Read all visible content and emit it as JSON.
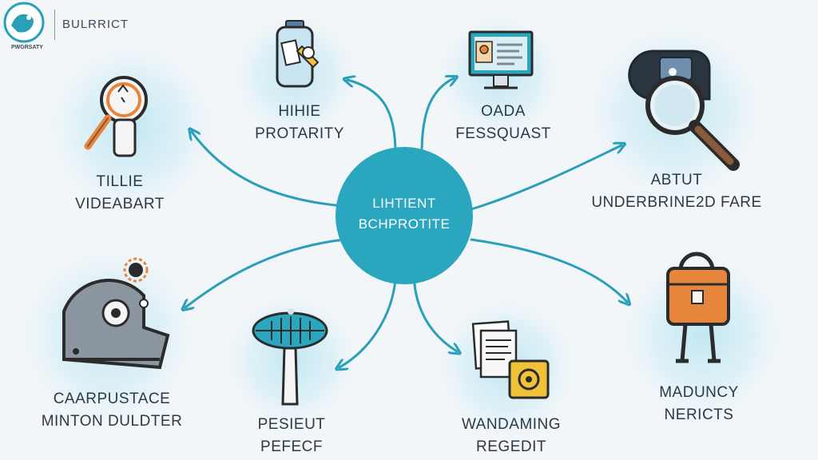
{
  "brand": {
    "name": "BULRRICT",
    "tagline": "PWGRSATY"
  },
  "center": {
    "line1": "LIHTIENT",
    "line2": "BCHPROTITE"
  },
  "nodes": [
    {
      "line1": "TILLIE",
      "line2": "VIDEABART",
      "icon": "magnifier-icon"
    },
    {
      "line1": "HIHIE",
      "line2": "PROTARITY",
      "icon": "jar-icon"
    },
    {
      "line1": "OADA",
      "line2": "FESSQUAST",
      "icon": "monitor-icon"
    },
    {
      "line1": "ABTUT",
      "line2": "UNDERBRINE2D FARE",
      "icon": "camera-magnifier-icon"
    },
    {
      "line1": "MADUNCY",
      "line2": "NERICTS",
      "icon": "briefcase-icon"
    },
    {
      "line1": "WANDAMING",
      "line2": "REGEDIT",
      "icon": "documents-icon"
    },
    {
      "line1": "PESIEUT",
      "line2": "PEFECF",
      "icon": "tower-icon"
    },
    {
      "line1": "CAARPUSTACE",
      "line2": "MINTON DULDTER",
      "icon": "helmet-icon"
    }
  ],
  "colors": {
    "hub": "#2aa6bf",
    "arrow": "#2a9fb8",
    "glow": "#bfe6f2",
    "accent": "#e8853d"
  }
}
